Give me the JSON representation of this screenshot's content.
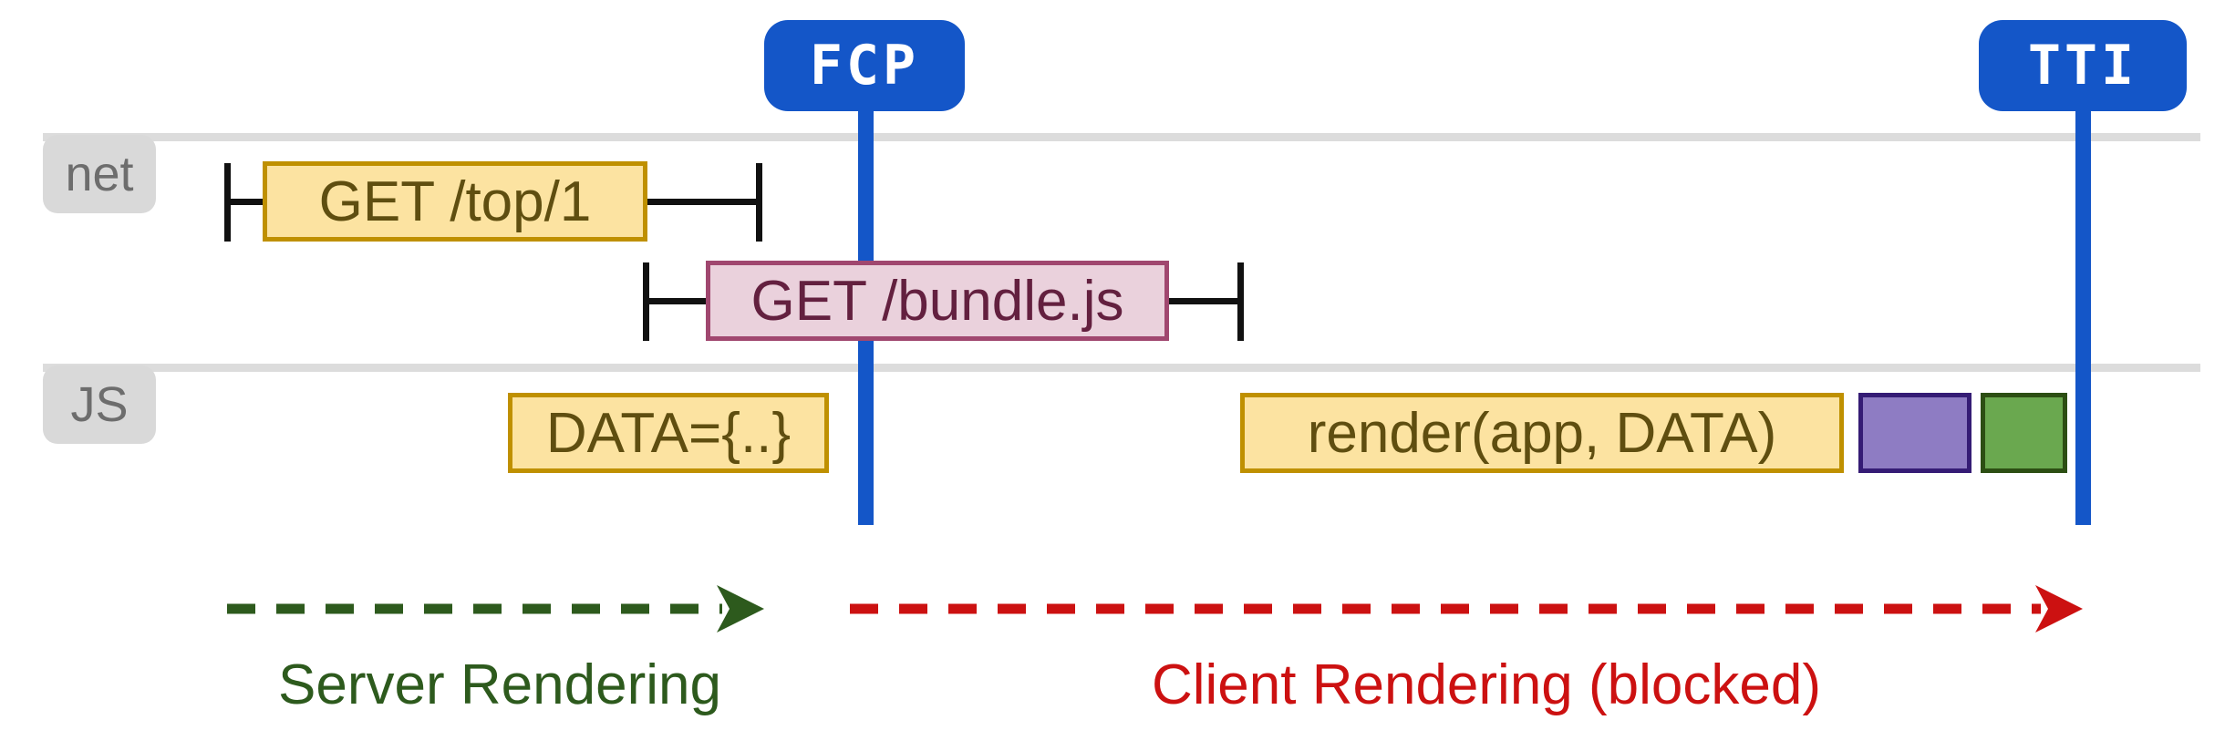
{
  "markers": {
    "fcp": {
      "label": "FCP"
    },
    "tti": {
      "label": "TTI"
    }
  },
  "tracks": {
    "net": {
      "label": "net",
      "requests": [
        {
          "name": "get-top-request",
          "label": "GET /top/1",
          "style": "yellow"
        },
        {
          "name": "get-bundle-request",
          "label": "GET /bundle.js",
          "style": "pink"
        }
      ]
    },
    "js": {
      "label": "JS",
      "blocks": [
        {
          "name": "data-eval-block",
          "label": "DATA={..}",
          "style": "yellow"
        },
        {
          "name": "render-call-block",
          "label": "render(app, DATA)",
          "style": "yellow"
        },
        {
          "name": "purple-task-block",
          "label": "",
          "style": "purple"
        },
        {
          "name": "green-task-block",
          "label": "",
          "style": "green"
        }
      ]
    }
  },
  "phases": {
    "server": {
      "label": "Server Rendering",
      "color": "#2d5a1d"
    },
    "client": {
      "label": "Client Rendering (blocked)",
      "color": "#cc1111"
    }
  },
  "colors": {
    "marker_blue": "#1456c8",
    "track_gray": "#dcdcdc",
    "lane_label_bg": "#d9d9d9",
    "lane_label_text": "#6d6d6d",
    "yellow_fill": "#fce3a1",
    "yellow_border": "#bf9000",
    "yellow_text": "#5f4e10",
    "pink_fill": "#ead1dc",
    "pink_border": "#a0476f",
    "pink_text": "#63203f",
    "purple_fill": "#8e7cc3",
    "purple_border": "#351c75",
    "green_fill": "#6aa84f",
    "green_border": "#2c4e13",
    "bracket_black": "#111111"
  }
}
